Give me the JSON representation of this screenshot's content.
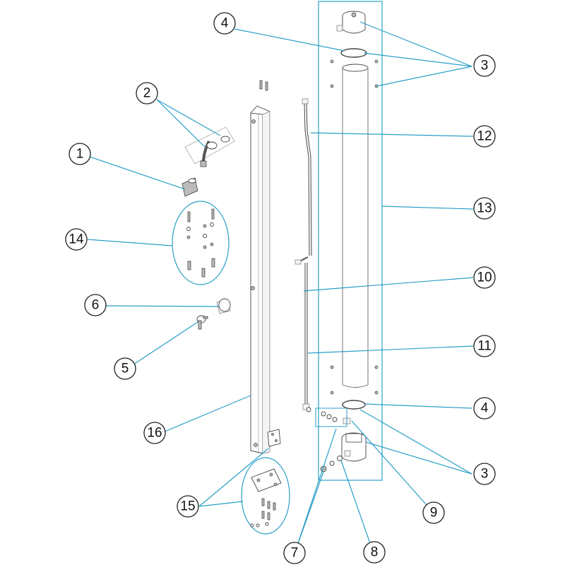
{
  "diagram": {
    "colors": {
      "leader": "#2a9fc7",
      "outline": "#444444",
      "background": "#ffffff"
    },
    "callouts": [
      {
        "id": "c1",
        "label": "1"
      },
      {
        "id": "c2",
        "label": "2"
      },
      {
        "id": "c3a",
        "label": "3"
      },
      {
        "id": "c3b",
        "label": "3"
      },
      {
        "id": "c4a",
        "label": "4"
      },
      {
        "id": "c4b",
        "label": "4"
      },
      {
        "id": "c5",
        "label": "5"
      },
      {
        "id": "c6",
        "label": "6"
      },
      {
        "id": "c7",
        "label": "7"
      },
      {
        "id": "c8",
        "label": "8"
      },
      {
        "id": "c9",
        "label": "9"
      },
      {
        "id": "c10",
        "label": "10"
      },
      {
        "id": "c11",
        "label": "11"
      },
      {
        "id": "c12",
        "label": "12"
      },
      {
        "id": "c13",
        "label": "13"
      },
      {
        "id": "c14",
        "label": "14"
      },
      {
        "id": "c15",
        "label": "15"
      },
      {
        "id": "c16",
        "label": "16"
      }
    ]
  }
}
